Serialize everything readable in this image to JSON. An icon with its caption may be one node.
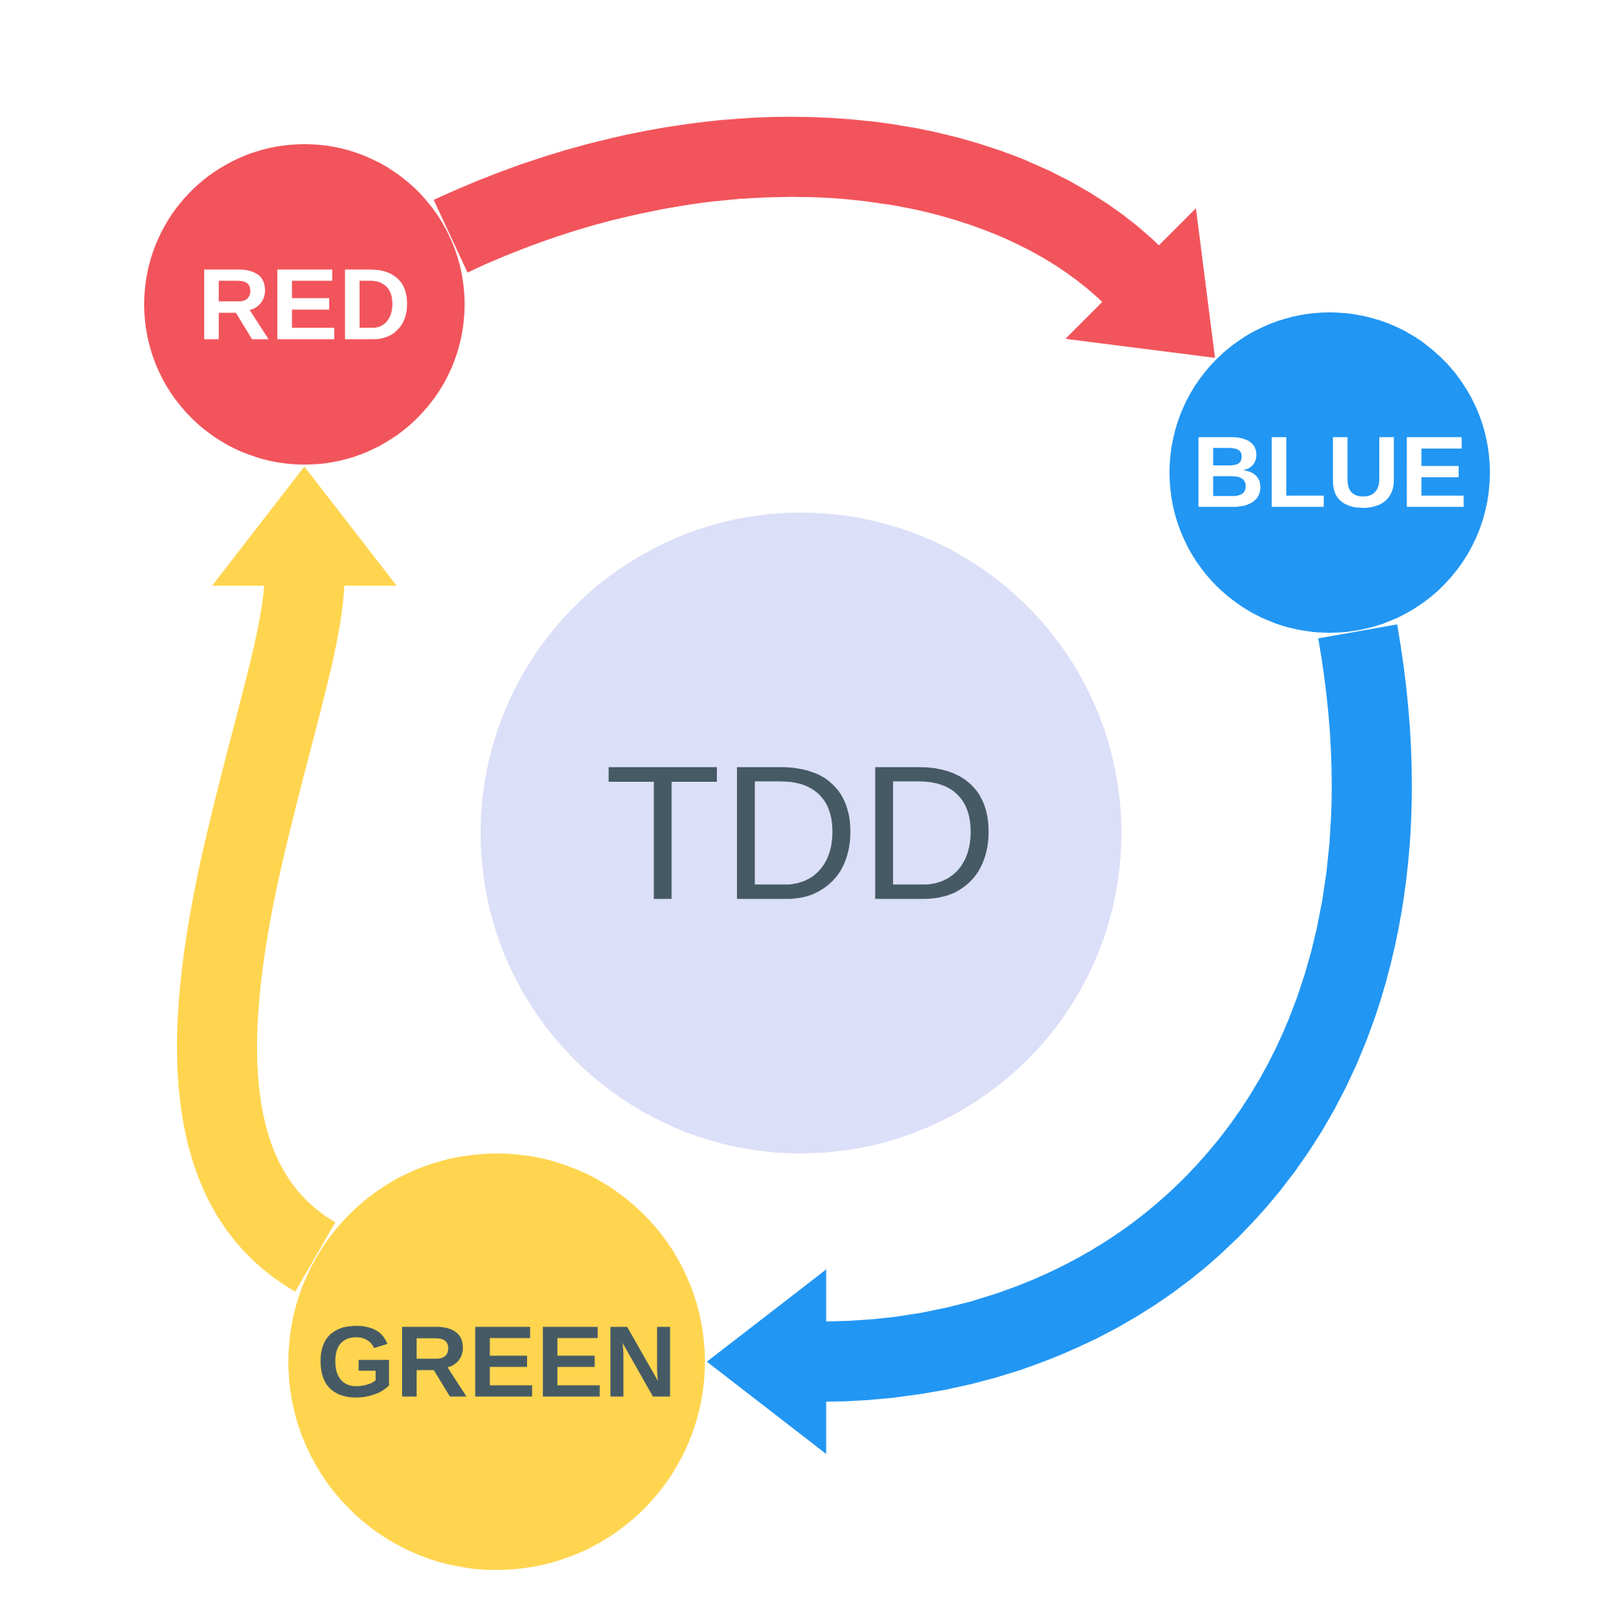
{
  "diagram": {
    "nodes": [
      {
        "text": [
          "TDD"
        ]
      },
      {
        "text": [
          "RED"
        ]
      },
      {
        "text": [
          "BLUE"
        ]
      },
      {
        "text": [
          "GREEN"
        ]
      }
    ],
    "edges": [
      {
        "from": 1,
        "to": 2,
        "arrow": "to",
        "color": "#f2545b"
      },
      {
        "from": 2,
        "to": 3,
        "arrow": "to",
        "color": "#2196f3"
      },
      {
        "from": 3,
        "to": 1,
        "arrow": "to",
        "color": "#ffd54f"
      }
    ]
  }
}
